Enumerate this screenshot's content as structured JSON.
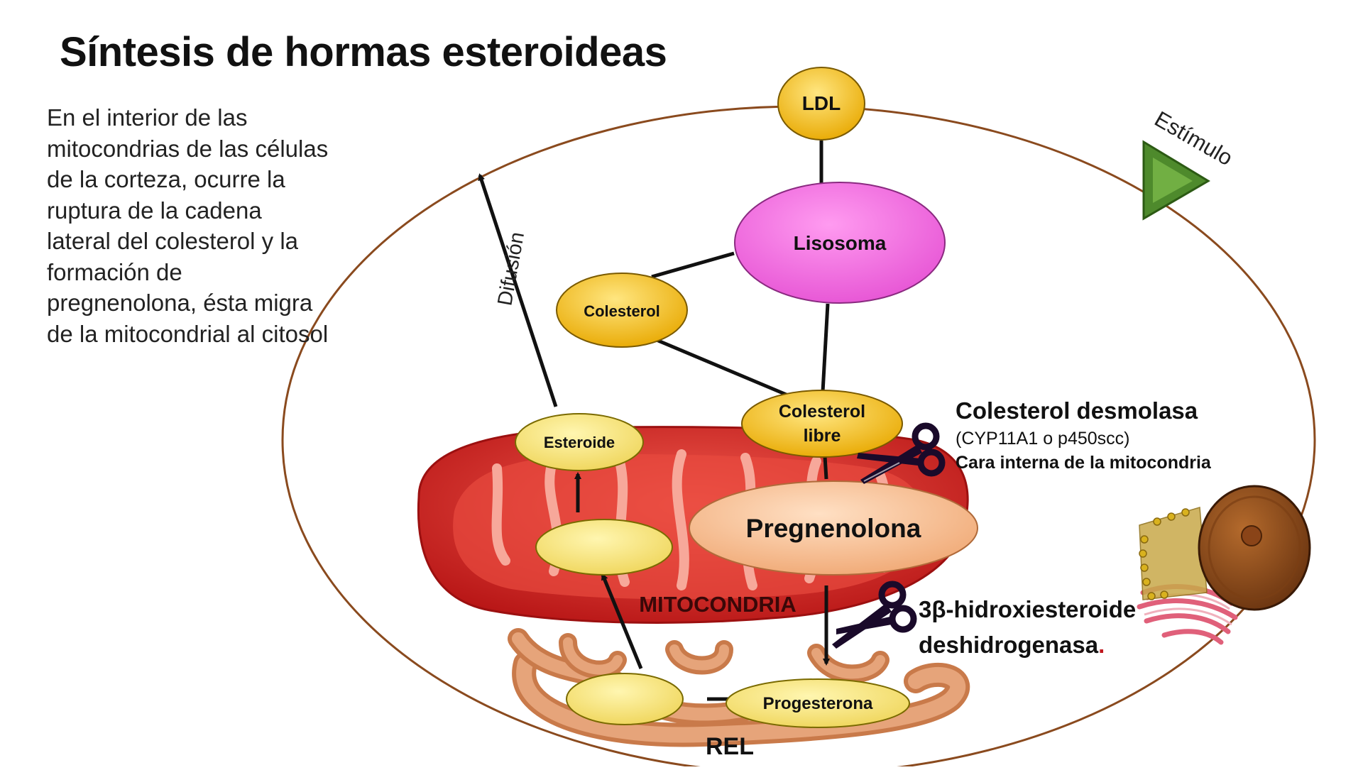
{
  "title": "Síntesis de hormas esteroideas",
  "description_lines": [
    "En el interior de las",
    "mitocondrias de las células",
    "de la corteza, ocurre la",
    "ruptura de la cadena",
    "lateral del colesterol y la",
    "formación de",
    "pregnenolona, ésta migra",
    "de la mitocondrial al citosol"
  ],
  "nodes": {
    "ldl": "LDL",
    "lisosoma": "Lisosoma",
    "colesterol": "Colesterol",
    "colesterol_libre_l1": "Colesterol",
    "colesterol_libre_l2": "libre",
    "esteroide": "Esteroide",
    "pregnenolona": "Pregnenolona",
    "progesterona": "Progesterona",
    "intermediate_mito": "",
    "intermediate_rel": ""
  },
  "labels": {
    "difusion": "Difusión",
    "estimulo": "Estímulo",
    "mitocondria": "MITOCONDRIA",
    "rel": "REL"
  },
  "enzymes": {
    "desmolasa_title": "Colesterol desmolasa",
    "desmolasa_sub": "(CYP11A1 o p450scc)",
    "desmolasa_location": "Cara interna de la mitocondria",
    "hsd_line1": "3β-hidroxiesteroide",
    "hsd_line2": "deshidrogenasa",
    "hsd_dot": "."
  },
  "icons": [
    "scissors-icon",
    "stimulus-triangle-icon",
    "nucleus-golgi-icon"
  ],
  "colors": {
    "cell_membrane": "#8a4a1e",
    "ldl_fill": "#f5c000",
    "lisosoma_fill": "#f279e0",
    "pale_yellow": "#f7e57a",
    "pregnenolona_fill": "#f8c8a0",
    "mitochondria": "#d42424",
    "rel": "#d98a5a",
    "stimulus": "#4e8a2c"
  }
}
